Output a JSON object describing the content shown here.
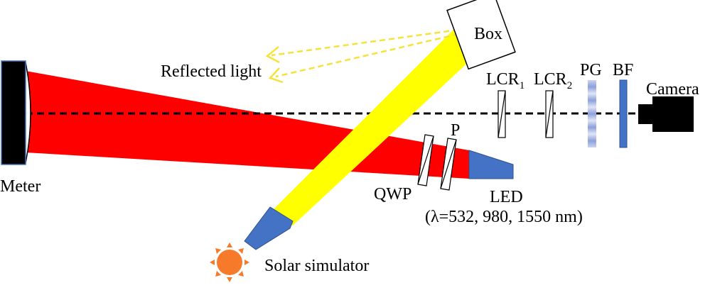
{
  "labels": {
    "box": "Box",
    "reflected_light": "Reflected light",
    "lcr1_main": "LCR",
    "lcr1_sub": "1",
    "lcr2_main": "LCR",
    "lcr2_sub": "2",
    "pg": "PG",
    "bf": "BF",
    "camera": "Camera",
    "meter": "Meter",
    "p": "P",
    "qwp": "QWP",
    "led": "LED",
    "wavelengths": "(λ=532, 980, 1550 nm)",
    "solar_simulator": "Solar simulator"
  },
  "colors": {
    "laser_beam": "#ff0000",
    "solar_beam": "#ffff00",
    "reflected_arrows": "#f5e23a",
    "emitter_blue": "#4472c4",
    "sun": "#f77a2a",
    "camera": "#000000",
    "grating": "#aab8e4"
  }
}
